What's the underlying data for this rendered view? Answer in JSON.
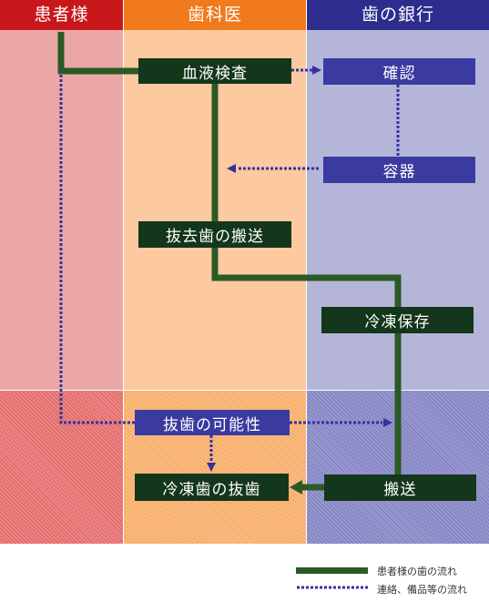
{
  "lanes": [
    {
      "label": "患者様",
      "head_color": "#c8171b"
    },
    {
      "label": "歯科医",
      "head_color": "#f07a1c"
    },
    {
      "label": "歯の銀行",
      "head_color": "#2d2d8e"
    }
  ],
  "boxes": {
    "blood_test": "血液検査",
    "confirm": "確認",
    "container": "容器",
    "extraction_transport": "抜去歯の搬送",
    "frozen_storage": "冷凍保存",
    "extraction_possible": "抜歯の可能性",
    "transport": "搬送",
    "frozen_extraction": "冷凍歯の抜歯"
  },
  "legend": {
    "patient_tooth_flow": "患者様の歯の流れ",
    "contact_supplies_flow": "連絡、備品等の流れ"
  },
  "colors": {
    "tooth_flow_line": "#2b5a26",
    "contact_flow_line": "#3333a0"
  }
}
